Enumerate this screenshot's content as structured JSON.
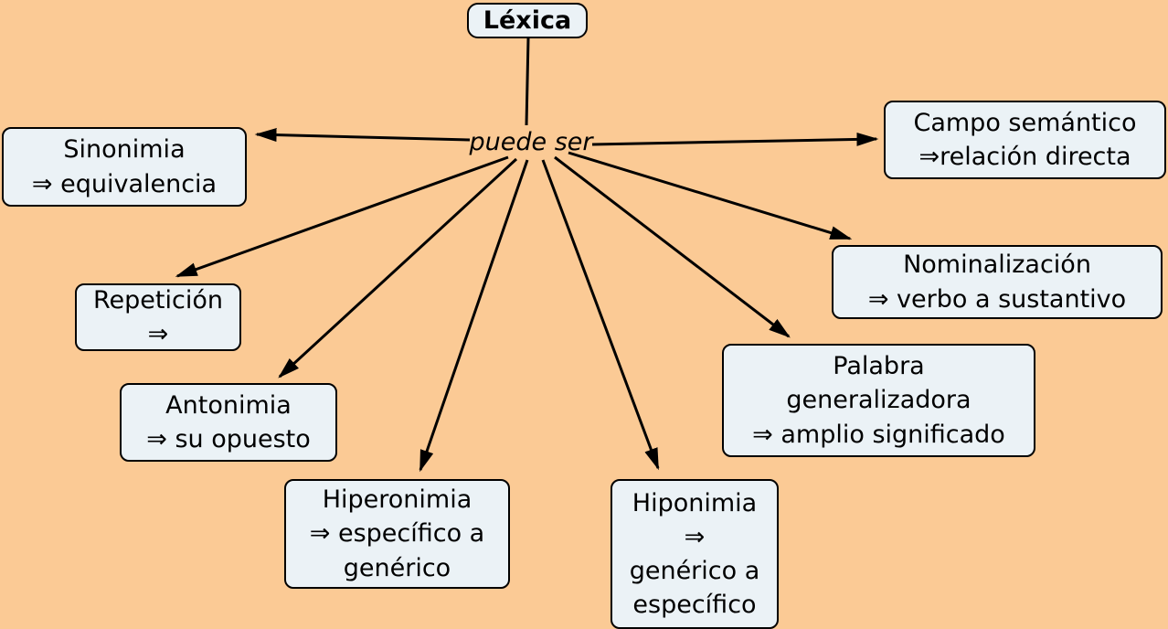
{
  "canvas": {
    "background_color": "#FBCA95",
    "node_fill_color": "#EBF2F6",
    "node_border_color": "#000000",
    "arrow_color": "#000000"
  },
  "root_node": {
    "label": "Léxica"
  },
  "linking_phrase": {
    "label": "puede ser"
  },
  "nodes": [
    {
      "id": "sinonimia",
      "label": "Sinonimia\n⇒ equivalencia"
    },
    {
      "id": "campo-semantico",
      "label": "Campo semántico\n⇒relación directa"
    },
    {
      "id": "repeticion",
      "label": "Repetición\n⇒"
    },
    {
      "id": "nominalizacion",
      "label": "Nominalización\n⇒ verbo a sustantivo"
    },
    {
      "id": "antonimia",
      "label": "Antonimia\n⇒ su opuesto"
    },
    {
      "id": "palabra-generalizadora",
      "label": "Palabra\ngeneralizadora\n⇒ amplio significado"
    },
    {
      "id": "hiperonimia",
      "label": "Hiperonimia\n⇒ específico a\ngenérico"
    },
    {
      "id": "hiponimia",
      "label": "Hiponimia\n⇒\ngenérico a\nespecífico"
    }
  ]
}
